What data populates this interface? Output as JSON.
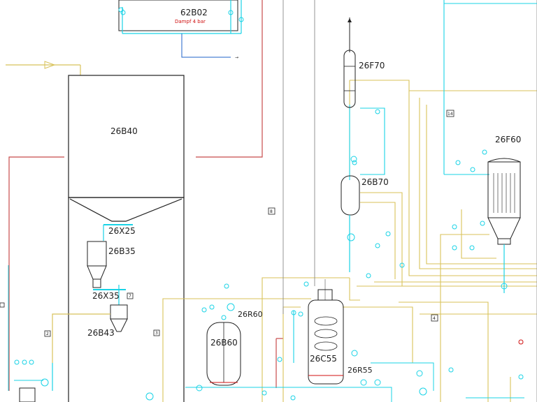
{
  "colors": {
    "cyan": "#19d3e6",
    "yellow": "#d8c25a",
    "red": "#c84b4b",
    "black": "#202020",
    "blue": "#1f63c9",
    "gray": "#8a8a8a"
  },
  "labels": {
    "b62b02": "62B02",
    "dampf": "Dampf 4 bar",
    "b26b40": "26B40",
    "x26x25": "26X25",
    "b26b35": "26B35",
    "x26x35": "26X35",
    "b26b43": "26B43",
    "b26b60": "26B60",
    "r26r60": "26R60",
    "c26c55": "26C55",
    "r26r55": "26R55",
    "f26f70": "26F70",
    "b26b70": "26B70",
    "f26f60": "26F60"
  },
  "box_tags": {
    "b1": "7",
    "b2": "2",
    "b3": "3",
    "b4": "8",
    "b5": "4",
    "b6": "14"
  }
}
